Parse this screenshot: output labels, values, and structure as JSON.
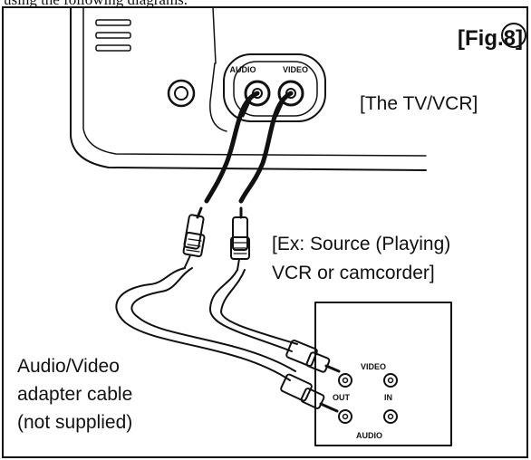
{
  "diagram": {
    "top_caption": "using the following diagrams.",
    "figure_label": "[Fig.8]",
    "tv_label": "[The TV/VCR]",
    "tv_jacks": {
      "audio": "AUDIO",
      "video": "VIDEO"
    },
    "source_label_lines": [
      "[Ex: Source (Playing)",
      "VCR or camcorder]"
    ],
    "source_jacks": {
      "video": "VIDEO",
      "out": "OUT",
      "in": "IN",
      "audio": "AUDIO"
    },
    "cable_label_lines": [
      "Audio/Video",
      "adapter cable",
      "(not supplied)"
    ]
  }
}
